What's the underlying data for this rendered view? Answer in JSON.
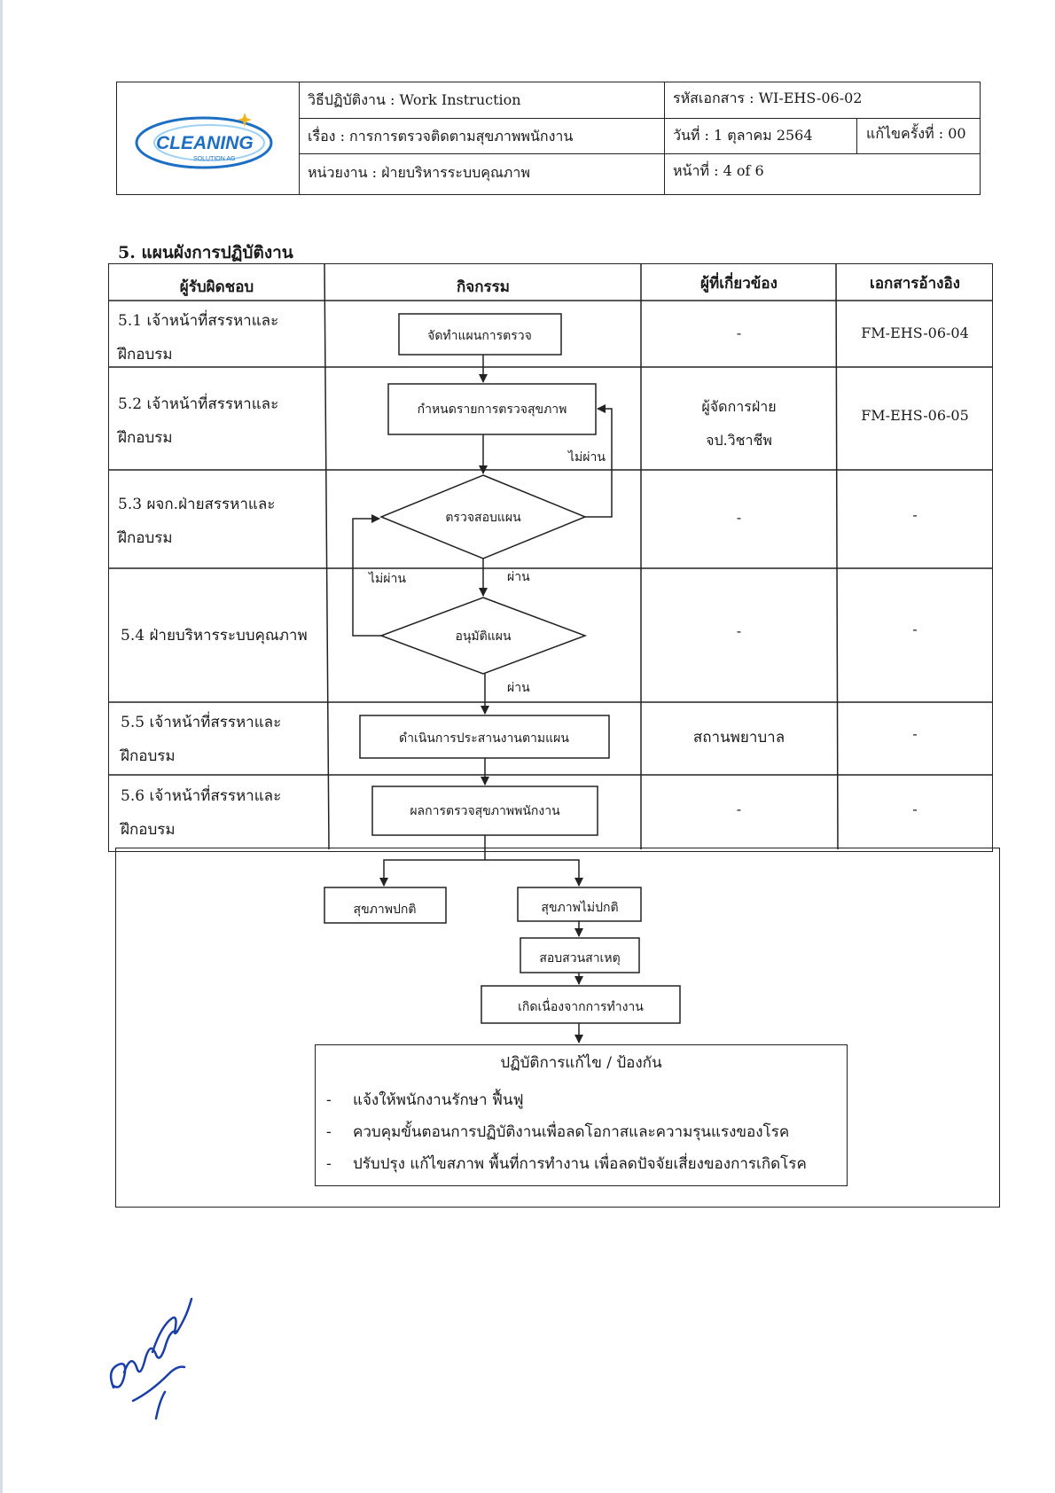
{
  "header": {
    "doc_type": "วิธีปฏิบัติงาน : Work Instruction",
    "doc_code": "รหัสเอกสาร : WI-EHS-06-02",
    "subject": "เรื่อง  : การการตรวจติดตามสุขภาพพนักงาน",
    "date": "วันที่ : 1 ตุลาคม 2564",
    "revision": "แก้ไขครั้งที่ : 00",
    "department": "หน่วยงาน  : ฝ่ายบริหารระบบคุณภาพ",
    "page": "หน้าที่ :  4 of 6",
    "logo_text": "CLEANING",
    "logo_sub": "SOLUTION AG",
    "logo_color": "#1d6fc4"
  },
  "section": {
    "title": "5.  แผนผังการปฏิบัติงาน"
  },
  "table": {
    "headers": [
      "ผู้รับผิดชอบ",
      "กิจกรรม",
      "ผู้ที่เกี่ยวข้อง",
      "เอกสารอ้างอิง"
    ],
    "rows": [
      {
        "responsible": [
          "5.1 เจ้าหน้าที่สรรหาและ",
          "ฝึกอบรม"
        ],
        "related": "-",
        "ref": "FM-EHS-06-04"
      },
      {
        "responsible": [
          "5.2 เจ้าหน้าที่สรรหาและ",
          "ฝึกอบรม"
        ],
        "related": [
          "ผู้จัดการฝ่าย",
          "จป.วิชาชีพ"
        ],
        "ref": "FM-EHS-06-05"
      },
      {
        "responsible": [
          "5.3 ผจก.ฝ่ายสรรหาและ",
          "ฝึกอบรม"
        ],
        "related": "-",
        "ref": "-"
      },
      {
        "responsible": [
          "5.4  ฝ่ายบริหารระบบคุณภาพ"
        ],
        "related": "-",
        "ref": "-"
      },
      {
        "responsible": [
          "5.5 เจ้าหน้าที่สรรหาและ",
          "ฝึกอบรม"
        ],
        "related": "สถานพยาบาล",
        "ref": "-"
      },
      {
        "responsible": [
          "5.6 เจ้าหน้าที่สรรหาและ",
          "ฝึกอบรม"
        ],
        "related": "-",
        "ref": "-"
      }
    ]
  },
  "flow": {
    "plan": "จัดทำแผนการตรวจ",
    "items": "กำหนดรายการตรวจสุขภาพ",
    "check": "ตรวจสอบแผน",
    "approve": "อนุมัติแผน",
    "coordinate": "ดำเนินการประสานงานตามแผน",
    "result": "ผลการตรวจสุขภาพพนักงาน",
    "normal": "สุขภาพปกติ",
    "abnormal": "สุขภาพไม่ปกติ",
    "investigate": "สอบสวนสาเหตุ",
    "work_related": "เกิดเนื่องจากการทำงาน",
    "fail": "ไม่ผ่าน",
    "pass": "ผ่าน"
  },
  "action": {
    "title": "ปฏิบัติการแก้ไข / ป้องกัน",
    "items": [
      "แจ้งให้พนักงานรักษา ฟื้นฟู",
      "ควบคุมขั้นตอนการปฏิบัติงานเพื่อลดโอกาสและความรุนแรงของโรค",
      "ปรับปรุง แก้ไขสภาพ พื้นที่การทำงาน  เพื่อลดปัจจัยเสี่ยงของการเกิดโรค"
    ],
    "bullet": "-"
  },
  "signature_color": "#1b3fa8"
}
